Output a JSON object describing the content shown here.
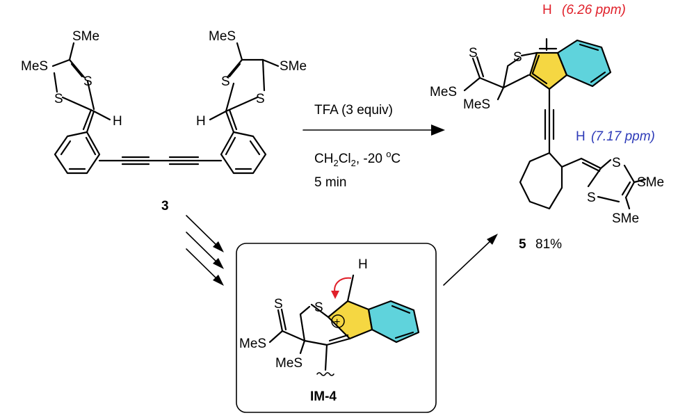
{
  "colors": {
    "yellow_ring": "#f5d742",
    "cyan_ring": "#5fd3dc",
    "red_note": "#e0202a",
    "blue_note": "#2e3bb8",
    "arrow": "#000000",
    "curved_arrow": "#e0202a"
  },
  "reaction": {
    "reagent": "TFA (3 equiv)",
    "solvent_main": "CH",
    "solvent_sub1": "2",
    "solvent_mid": "Cl",
    "solvent_sub2": "2",
    "solvent_temp": ", -20 ",
    "solvent_deg": "o",
    "solvent_unit": "C",
    "time": "5 min"
  },
  "compound3": {
    "label": "3",
    "groups": {
      "sme_left_top": "SMe",
      "mes_left": "MeS",
      "s_left_ring_1": "S",
      "s_left_ring_2": "S",
      "h_left": "H",
      "mes_right_top": "MeS",
      "sme_right": "SMe",
      "s_right_ring_1": "S",
      "s_right_ring_2": "S",
      "h_right": "H"
    }
  },
  "compound5": {
    "label": "5",
    "yield": "81%",
    "groups": {
      "h_top": "H",
      "s_thione": "S",
      "s_ring": "S",
      "mes_ester": "MeS",
      "mes_quat": "MeS",
      "h_vinyl": "H",
      "s_dithiole_1": "S",
      "s_dithiole_2": "S",
      "sme_1": "SMe",
      "sme_2": "SMe"
    },
    "nmr_top": "(6.26 ppm)",
    "nmr_vinyl": "(7.17 ppm)"
  },
  "intermediate": {
    "label": "IM-4",
    "groups": {
      "h": "H",
      "s_thione": "S",
      "s_ring": "S",
      "plus": "+",
      "mes_ester": "MeS",
      "mes_quat": "MeS"
    }
  }
}
